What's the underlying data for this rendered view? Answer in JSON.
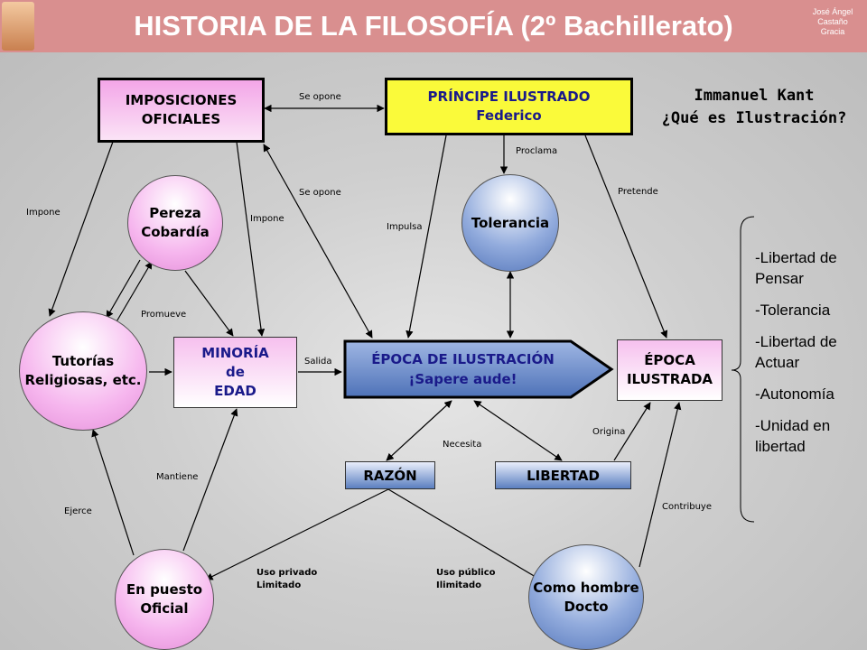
{
  "header": {
    "title": "HISTORIA DE LA FILOSOFÍA (2º Bachillerato)",
    "author_lines": [
      "José Ángel",
      "Castaño",
      "Gracia"
    ],
    "color": "#d98f8f"
  },
  "kant": {
    "line1": "Immanuel Kant",
    "line2": "¿Qué es Ilustración?"
  },
  "nodes": {
    "imposiciones": [
      "IMPOSICIONES",
      "OFICIALES"
    ],
    "principe": [
      "PRÍNCIPE ILUSTRADO",
      "Federico"
    ],
    "pereza": [
      "Pereza",
      "Cobardía"
    ],
    "tolerancia": [
      "Tolerancia"
    ],
    "tutorias": [
      "Tutorías",
      "Religiosas, etc."
    ],
    "minoria": [
      "MINORÍA",
      "de",
      "EDAD"
    ],
    "epoca_ilustracion": [
      "ÉPOCA DE ILUSTRACIÓN",
      "¡Sapere aude!"
    ],
    "epoca_ilustrada": [
      "ÉPOCA",
      "ILUSTRADA"
    ],
    "razon": [
      "RAZÓN"
    ],
    "libertad": [
      "LIBERTAD"
    ],
    "puesto": [
      "En puesto",
      "Oficial"
    ],
    "hombre": [
      "Como hombre",
      "Docto"
    ]
  },
  "edge_labels": {
    "se_opone_1": "Se opone",
    "se_opone_2": "Se opone",
    "impone_1": "Impone",
    "impone_2": "Impone",
    "proclama": "Proclama",
    "pretende": "Pretende",
    "impulsa": "Impulsa",
    "promueve": "Promueve",
    "salida": "Salida",
    "necesita": "Necesita",
    "origina": "Origina",
    "mantiene": "Mantiene",
    "ejerce": "Ejerce",
    "contribuye": "Contribuye",
    "uso_privado": [
      "Uso privado",
      "Limitado"
    ],
    "uso_publico": [
      "Uso público",
      "Ilimitado"
    ]
  },
  "side_list": [
    [
      "-Libertad de",
      "Pensar"
    ],
    [
      "-Tolerancia"
    ],
    [
      "-Libertad de",
      "Actuar"
    ],
    [
      "-Autonomía"
    ],
    [
      "-Unidad en",
      "libertad"
    ]
  ],
  "colors": {
    "pink": "#f3a6e8",
    "yellow": "#fafa3a",
    "blue": "#5b7fc0",
    "navy_text": "#1a1a8a"
  }
}
